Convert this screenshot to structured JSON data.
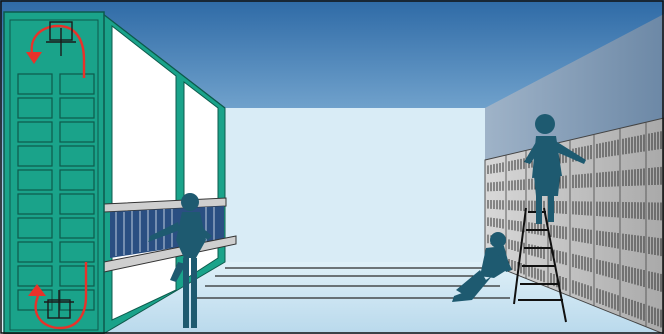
{
  "illustration": {
    "colors": {
      "frame_teal": "#1aa38a",
      "frame_dark": "#0d5a4c",
      "figure": "#1e5a70",
      "arrow": "#e8322a",
      "sky_top": "#2e6aa6",
      "sky_horizon": "#e2f1f8",
      "shelving_light": "#c9c9c9",
      "shelving_dark": "#6f6f6f",
      "books": "#2a4f82"
    },
    "left_wall_cells": {
      "rows": 10,
      "columns": 2
    },
    "icons": [
      "circulation-arrow-icon",
      "cross-marker-icon",
      "ladder-icon"
    ],
    "figures": [
      "standing-person",
      "kneeling-person",
      "person-on-ladder"
    ]
  }
}
